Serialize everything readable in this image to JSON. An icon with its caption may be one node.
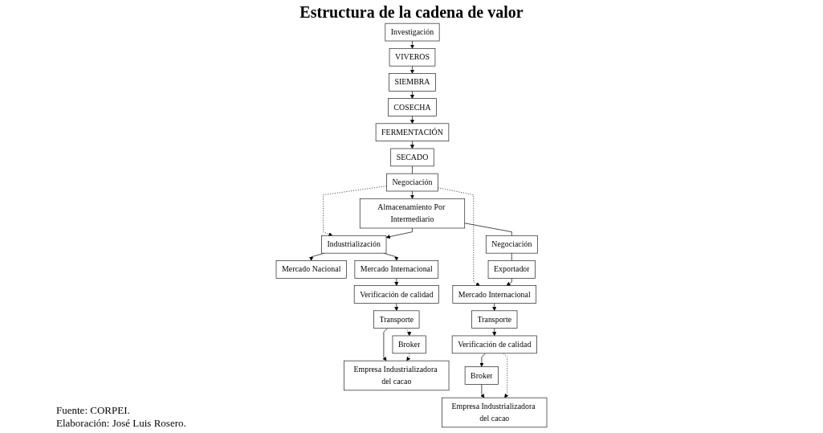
{
  "diagram": {
    "title": "Estructura de la cadena de valor",
    "nodes": [
      {
        "text": [
          "Investigación"
        ]
      },
      {
        "text": [
          "VIVEROS"
        ]
      },
      {
        "text": [
          "SIEMBRA"
        ]
      },
      {
        "text": [
          "COSECHA"
        ]
      },
      {
        "text": [
          "FERMENTACIÓN"
        ]
      },
      {
        "text": [
          "SECADO"
        ]
      },
      {
        "text": [
          "Negociación"
        ]
      },
      {
        "text": [
          "Almacenamiento Por Intermediario"
        ]
      },
      {
        "text": [
          "Mercado Nacional"
        ]
      },
      {
        "text": [
          "Industrialización"
        ]
      },
      {
        "text": [
          "Negociación"
        ]
      },
      {
        "text": [
          "Broker"
        ]
      },
      {
        "text": [
          "Mercado Internacional"
        ]
      },
      {
        "text": [
          "Verificación de calidad"
        ]
      },
      {
        "text": [
          "Transporte"
        ]
      },
      {
        "text": [
          "Empresa Industrializadora del cacao"
        ]
      },
      {
        "text": [
          "Broker"
        ]
      },
      {
        "text": [
          "Exportador"
        ]
      },
      {
        "text": [
          "Mercado Internacional"
        ]
      },
      {
        "text": [
          "Transporte"
        ]
      },
      {
        "text": [
          "Verificación de calidad"
        ]
      },
      {
        "text": [
          "Empresa Industrializadora del cacao"
        ]
      }
    ],
    "edges": [
      {
        "from": 0,
        "to": 1,
        "arrow": "to"
      },
      {
        "from": 1,
        "to": 2,
        "arrow": "to"
      },
      {
        "from": 2,
        "to": 3,
        "arrow": "to"
      },
      {
        "from": 3,
        "to": 4,
        "arrow": "to"
      },
      {
        "from": 4,
        "to": 5,
        "arrow": "to"
      },
      {
        "from": 5,
        "to": 6,
        "arrow": "none"
      },
      {
        "from": 6,
        "to": 7,
        "arrow": "to"
      },
      {
        "from": 6,
        "to": 9,
        "arrow": "to",
        "style": "dashed"
      },
      {
        "from": 6,
        "to": 18,
        "arrow": "to",
        "style": "dashed"
      },
      {
        "from": 7,
        "to": 9,
        "arrow": "to"
      },
      {
        "from": 9,
        "to": 8,
        "arrow": "to"
      },
      {
        "from": 9,
        "to": 12,
        "arrow": "to"
      },
      {
        "from": 12,
        "to": 13,
        "arrow": "to"
      },
      {
        "from": 13,
        "to": 14,
        "arrow": "to"
      },
      {
        "from": 14,
        "to": 15,
        "arrow": "to"
      },
      {
        "from": 14,
        "to": 11,
        "arrow": "to",
        "style": "dashed"
      },
      {
        "from": 11,
        "to": 15,
        "arrow": "to",
        "style": "dashed"
      },
      {
        "from": 7,
        "to": 10,
        "arrow": "none"
      },
      {
        "from": 10,
        "to": 17,
        "arrow": "none"
      },
      {
        "from": 17,
        "to": 18,
        "arrow": "to"
      },
      {
        "from": 18,
        "to": 19,
        "arrow": "to"
      },
      {
        "from": 19,
        "to": 20,
        "arrow": "to"
      },
      {
        "from": 20,
        "to": 16,
        "arrow": "to"
      },
      {
        "from": 16,
        "to": 21,
        "arrow": "to"
      },
      {
        "from": 20,
        "to": 21,
        "arrow": "to",
        "style": "dashed"
      }
    ],
    "labels": [
      "Fuente: CORPEI.",
      "Elaboración: José Luis Rosero."
    ]
  }
}
